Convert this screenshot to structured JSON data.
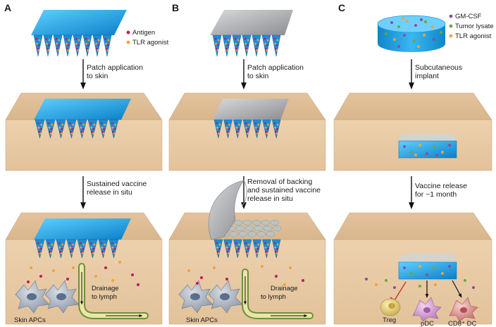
{
  "panels": {
    "a": {
      "letter": "A",
      "legend": [
        "Antigen",
        "TLR agonist"
      ],
      "step1": [
        "Patch application",
        "to skin"
      ],
      "step2": [
        "Sustained vaccine",
        "release in situ"
      ],
      "cells_label": "Skin APCs",
      "drainage": [
        "Drainage",
        "to lymph"
      ]
    },
    "b": {
      "letter": "B",
      "step1": [
        "Patch application",
        "to skin"
      ],
      "step2": [
        "Removal of backing",
        "and sustained vaccine",
        "release in situ"
      ],
      "cells_label": "Skin APCs",
      "drainage": [
        "Drainage",
        "to lymph"
      ]
    },
    "c": {
      "letter": "C",
      "legend": [
        "GM-CSF",
        "Tumor lysate",
        "TLR agonist"
      ],
      "step1": [
        "Subcutaneous",
        "implant"
      ],
      "step2": [
        "Vaccine release",
        "for ~1 month"
      ],
      "cells": [
        "Treg",
        "pDC",
        "CD8⁺ DC"
      ]
    }
  },
  "colors": {
    "patch_blue": "#1fa8e8",
    "backing_gray": "#a9abae",
    "skin": "#e8c9a2",
    "skin_side": "#d4aa80",
    "antigen": "#c2185b",
    "tlr_agonist": "#f2a23a",
    "gm_csf": "#8e4ba8",
    "tumor_lysate": "#6ea83c",
    "inhibit_arrow": "#d32f2f",
    "treg": "#e9d27a",
    "pdc": "#d9a7d9",
    "cd8_dc": "#e8a1a1"
  }
}
